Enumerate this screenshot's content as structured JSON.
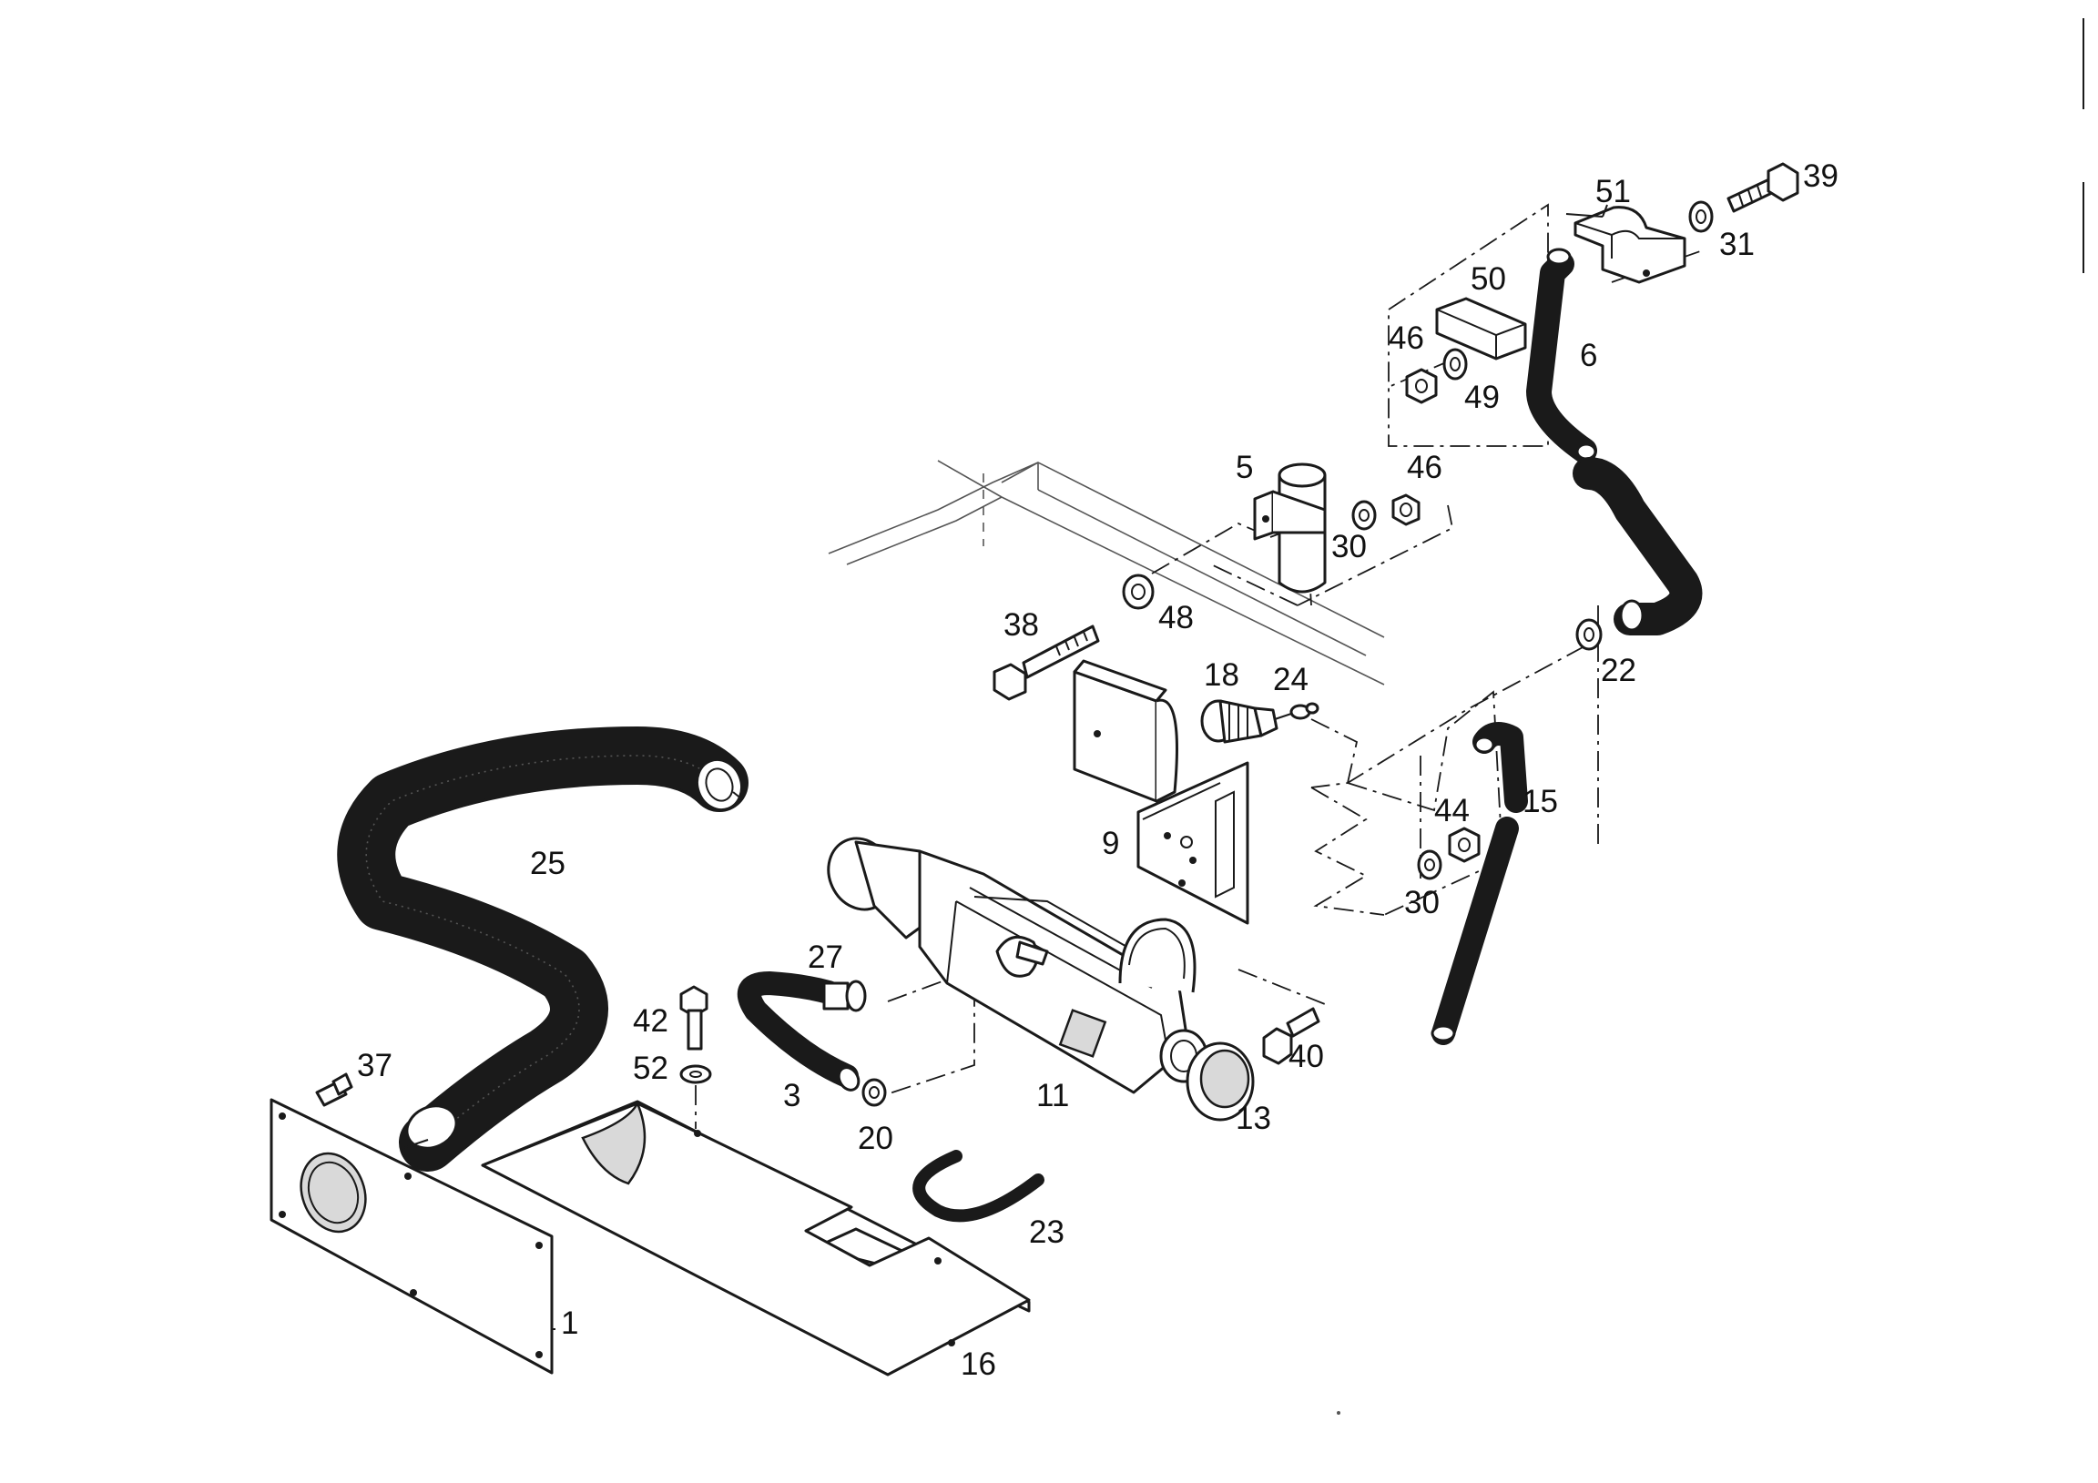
{
  "colors": {
    "line": "#1a1a1a",
    "background": "#ffffff",
    "shade": "#d9d9d9"
  },
  "callouts": [
    {
      "id": "c1",
      "text": "1"
    },
    {
      "id": "c3",
      "text": "3"
    },
    {
      "id": "c5",
      "text": "5"
    },
    {
      "id": "c6",
      "text": "6"
    },
    {
      "id": "c9",
      "text": "9"
    },
    {
      "id": "c11",
      "text": "11"
    },
    {
      "id": "c13",
      "text": "13"
    },
    {
      "id": "c15",
      "text": "15"
    },
    {
      "id": "c16",
      "text": "16"
    },
    {
      "id": "c18",
      "text": "18"
    },
    {
      "id": "c20",
      "text": "20"
    },
    {
      "id": "c22",
      "text": "22"
    },
    {
      "id": "c23",
      "text": "23"
    },
    {
      "id": "c24",
      "text": "24"
    },
    {
      "id": "c25",
      "text": "25"
    },
    {
      "id": "c27",
      "text": "27"
    },
    {
      "id": "c30a",
      "text": "30"
    },
    {
      "id": "c30b",
      "text": "30"
    },
    {
      "id": "c31",
      "text": "31"
    },
    {
      "id": "c37",
      "text": "37"
    },
    {
      "id": "c38",
      "text": "38"
    },
    {
      "id": "c39",
      "text": "39"
    },
    {
      "id": "c40",
      "text": "40"
    },
    {
      "id": "c42",
      "text": "42"
    },
    {
      "id": "c44",
      "text": "44"
    },
    {
      "id": "c46a",
      "text": "46"
    },
    {
      "id": "c46b",
      "text": "46"
    },
    {
      "id": "c48",
      "text": "48"
    },
    {
      "id": "c49",
      "text": "49"
    },
    {
      "id": "c50",
      "text": "50"
    },
    {
      "id": "c51",
      "text": "51"
    },
    {
      "id": "c52",
      "text": "52"
    }
  ]
}
